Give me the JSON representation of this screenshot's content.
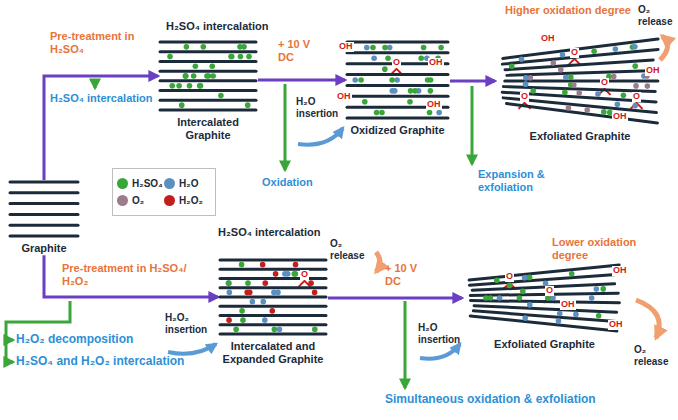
{
  "diagram": {
    "nodes": [
      {
        "text": [
          "Graphite"
        ]
      },
      {
        "text": [
          "Intercalated Graphite"
        ]
      },
      {
        "text": [
          "Oxidized Graphite"
        ]
      },
      {
        "text": [
          "Exfoliated Graphite"
        ]
      },
      {
        "text": [
          "Intercalated and Expanded Graphite"
        ]
      },
      {
        "text": [
          "Exfoliated Graphite"
        ]
      }
    ],
    "edges": [
      {
        "from": 0,
        "to": 1,
        "arrow": "to"
      },
      {
        "from": 1,
        "to": 2,
        "arrow": "to"
      },
      {
        "from": 2,
        "to": 3,
        "arrow": "to"
      },
      {
        "from": 0,
        "to": 4,
        "arrow": "to"
      },
      {
        "from": 4,
        "to": 5,
        "arrow": "to"
      }
    ],
    "labels": [
      "Pre-treatment in H₂SO₄",
      "H₂SO₄ intercalation",
      "H₂SO₄ intercalation",
      "+ 10 V DC",
      "H₂O insertion",
      "Oxidation",
      "Higher oxidation degree",
      "O₂ release",
      "Expansion & exfoliation",
      "Pre-treatment in H₂SO₄/ H₂O₂",
      "H₂SO₄ intercalation",
      "O₂ release",
      "+ 10 V DC",
      "Lower oxidation degree",
      "H₂O₂ insertion",
      "H₂O₂ decomposition",
      "H₂SO₄ and H₂O₂ intercalation",
      "Simultaneous oxidation & exfoliation",
      "H₂O insertion",
      "O₂ release",
      "OH",
      "OH",
      "OH",
      "OH",
      "O",
      "OH",
      "OH",
      "OH",
      "O",
      "O",
      "O",
      "O",
      "O",
      "OH",
      "OH",
      "OH",
      "O",
      "O"
    ],
    "legend": [
      {
        "text": "H₂SO₄",
        "color": "#3aa63a"
      },
      {
        "text": "H₂O",
        "color": "#5b8fc0"
      },
      {
        "text": "O₂",
        "color": "#9c7b8c"
      },
      {
        "text": "H₂O₂",
        "color": "#c0201c"
      }
    ]
  }
}
